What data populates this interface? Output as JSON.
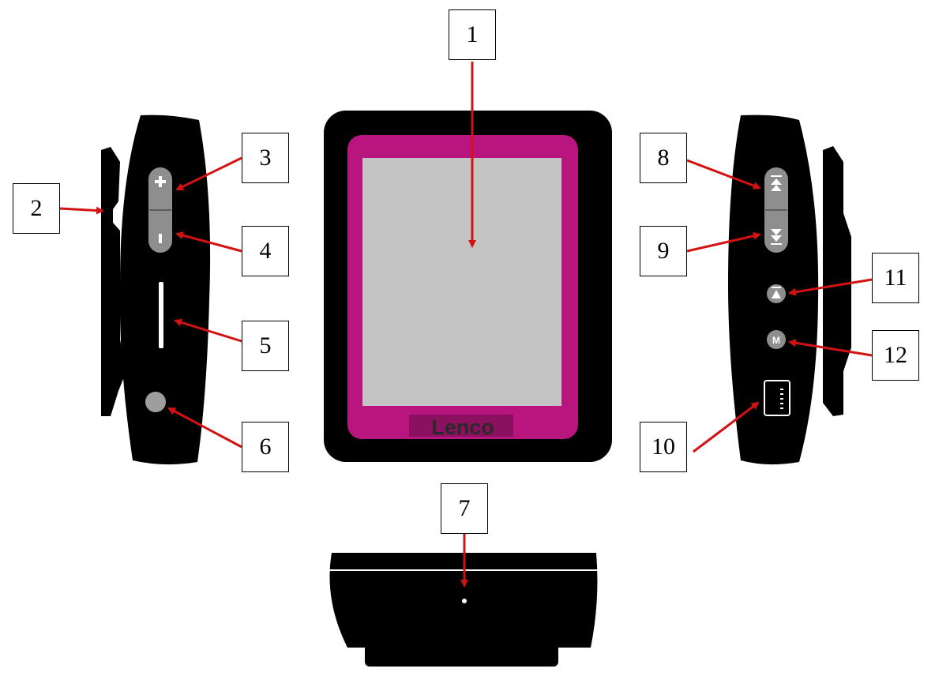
{
  "brand": {
    "text": "Lenco"
  },
  "colors": {
    "device_body": "#000000",
    "frame_accent": "#b8157e",
    "screen": "#c4c4c4",
    "button_grey": "#8e8e8e",
    "button_symbol": "#ffffff",
    "arrow": "#d31212"
  },
  "callouts": [
    {
      "id": "c1",
      "label": "1"
    },
    {
      "id": "c2",
      "label": "2"
    },
    {
      "id": "c3",
      "label": "3"
    },
    {
      "id": "c4",
      "label": "4"
    },
    {
      "id": "c5",
      "label": "5"
    },
    {
      "id": "c6",
      "label": "6"
    },
    {
      "id": "c7",
      "label": "7"
    },
    {
      "id": "c8",
      "label": "8"
    },
    {
      "id": "c9",
      "label": "9"
    },
    {
      "id": "c10",
      "label": "10"
    },
    {
      "id": "c11",
      "label": "11"
    },
    {
      "id": "c12",
      "label": "12"
    }
  ]
}
